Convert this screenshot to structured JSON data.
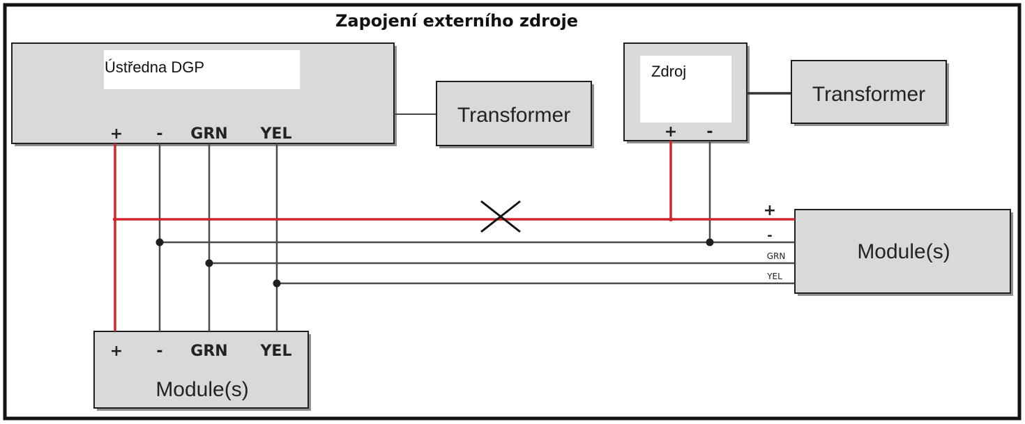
{
  "title": "Zapojení externího zdroje",
  "panel": {
    "label": "Ústředna DGP",
    "terminals": [
      "+",
      "-",
      "GRN",
      "YEL"
    ]
  },
  "transformer_left": {
    "label": "Transformer"
  },
  "supply": {
    "label": "Zdroj",
    "terminals": [
      "+",
      "-"
    ]
  },
  "transformer_right": {
    "label": "Transformer"
  },
  "module_right": {
    "label": "Module(s)",
    "terminals": [
      "+",
      "-",
      "GRN",
      "YEL"
    ]
  },
  "module_bottom": {
    "label": "Module(s)",
    "terminals": [
      "+",
      "-",
      "GRN",
      "YEL"
    ]
  },
  "colors": {
    "positive_wire": "#d0262b",
    "signal_wire": "#4a4a4a",
    "box_fill": "#d9d9d9",
    "frame": "#111111"
  },
  "icons": {
    "break_mark": "cross-icon"
  }
}
